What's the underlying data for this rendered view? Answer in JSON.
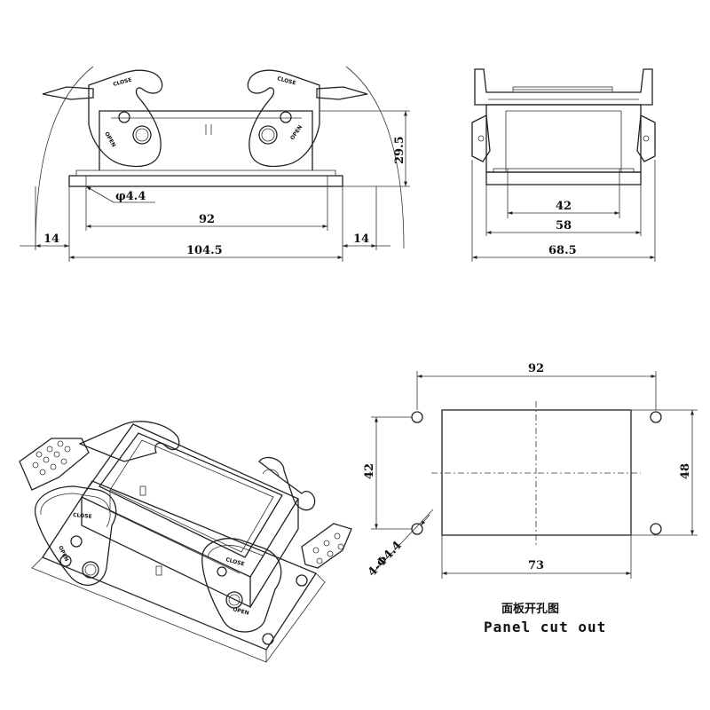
{
  "front_view": {
    "dim_hole_diameter": "φ4.4",
    "dim_hole_spacing": "92",
    "dim_total_length": "104.5",
    "dim_left_offset": "14",
    "dim_right_offset": "14",
    "dim_height": "29.5",
    "lever_text_close": "CLOSE",
    "lever_text_open": "OPEN"
  },
  "side_view": {
    "dim_inner": "42",
    "dim_middle": "58",
    "dim_outer": "68.5"
  },
  "iso_view": {
    "lever_text_close": "CLOSE",
    "lever_text_open": "OPEN"
  },
  "panel_cutout": {
    "dim_hole_spacing_x": "92",
    "dim_hole_spacing_y": "42",
    "dim_cutout_height": "48",
    "dim_cutout_width": "73",
    "dim_holes": "4-Φ4.4",
    "caption_cn": "面板开孔图",
    "caption_en": "Panel cut out"
  }
}
